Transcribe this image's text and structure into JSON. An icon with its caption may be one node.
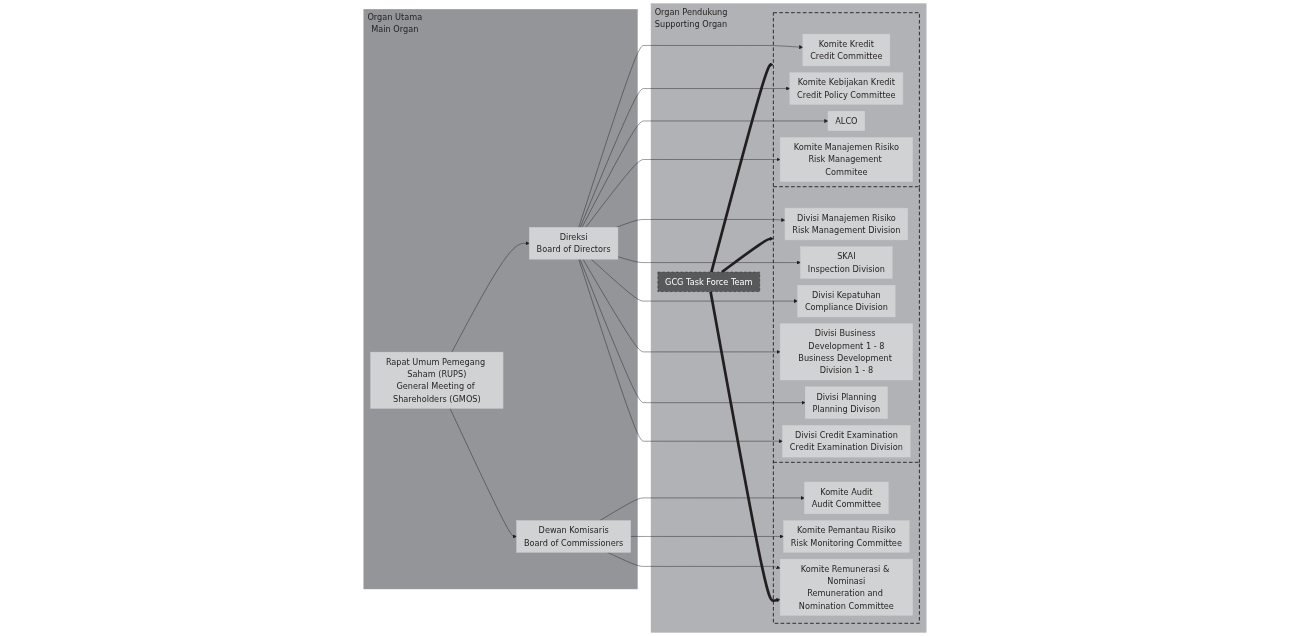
{
  "diagram": {
    "nodes": [
      {
        "text": [
          "Organ Utama",
          "Main Organ"
        ]
      },
      {
        "text": [
          "Rapat Umum Pemegang Saham (RUPS)",
          "General Meeting of Shareholders (GMOS)"
        ],
        "in": 0
      },
      {
        "text": [
          "Dewan Komisaris",
          "Board of  Commissioners"
        ],
        "in": 0
      },
      {
        "text": [
          "Direksi",
          "Board of  Directors"
        ],
        "in": 0
      },
      {
        "text": [
          "Organ Pendukung",
          "Supporting Organ"
        ]
      },
      {
        "text": [],
        "shape": "box",
        "in": 4
      },
      {
        "text": [
          "Komite Audit",
          "Audit Committee"
        ],
        "in": 5
      },
      {
        "text": [
          "Komite Pemantau Risiko",
          "Risk Monitoring Committee"
        ],
        "in": 5
      },
      {
        "text": [
          "Komite Remunerasi & Nominasi",
          "Remuneration and Nomination Committee"
        ],
        "in": 5
      },
      {
        "text": [],
        "shape": "box",
        "in": 4
      },
      {
        "text": [
          "Divisi Manajemen Risiko",
          "Risk Management Division"
        ],
        "in": 9
      },
      {
        "text": [
          "SKAI",
          "Inspection Division"
        ],
        "in": 9
      },
      {
        "text": [
          "Divisi Kepatuhan",
          "Compliance Division"
        ],
        "in": 9
      },
      {
        "text": [
          "Divisi Business Development 1 - 8",
          "Business Development Division 1 - 8"
        ],
        "in": 9
      },
      {
        "text": [
          "Divisi Planning",
          "Planning Divison"
        ],
        "in": 9
      },
      {
        "text": [
          "Divisi Credit Examination",
          "Credit Examination Division"
        ],
        "in": 9
      },
      {
        "text": [
          "GCG Task Force Team"
        ],
        "in": 4
      },
      {
        "text": [],
        "shape": "box",
        "in": 4
      },
      {
        "text": [
          "Komite Kredit",
          "Credit Committee"
        ],
        "in": 17
      },
      {
        "text": [
          "Komite Kebijakan Kredit",
          "Credit Policy Committee"
        ],
        "in": 17
      },
      {
        "text": [
          "ALCO"
        ],
        "in": 17
      },
      {
        "text": [
          "Komite Manajemen Risiko",
          "Risk Management Commitee"
        ],
        "in": 17
      }
    ],
    "edges": [
      {
        "from": 1,
        "to": 2,
        "arrow": "to"
      },
      {
        "from": 1,
        "to": 3,
        "arrow": "to"
      },
      {
        "from": 2,
        "to": 6,
        "arrow": "to"
      },
      {
        "from": 2,
        "to": 7,
        "arrow": "to"
      },
      {
        "from": 2,
        "to": 8,
        "arrow": "to"
      },
      {
        "from": 3,
        "to": 10,
        "arrow": "to"
      },
      {
        "from": 3,
        "to": 11,
        "arrow": "to"
      },
      {
        "from": 3,
        "to": 12,
        "arrow": "to"
      },
      {
        "from": 3,
        "to": 13,
        "arrow": "to"
      },
      {
        "from": 3,
        "to": 14,
        "arrow": "to"
      },
      {
        "from": 3,
        "to": 15,
        "arrow": "to"
      },
      {
        "from": 3,
        "to": 18,
        "arrow": "to"
      },
      {
        "from": 3,
        "to": 19,
        "arrow": "to"
      },
      {
        "from": 3,
        "to": 20,
        "arrow": "to"
      },
      {
        "from": 3,
        "to": 21,
        "arrow": "to"
      },
      {
        "from": 16,
        "to": 9,
        "arrow": "to",
        "style": "thick"
      },
      {
        "from": 16,
        "to": 8,
        "arrow": "to",
        "style": "thick"
      },
      {
        "from": 16,
        "to": 17,
        "arrow": "to",
        "style": "thick"
      }
    ]
  }
}
